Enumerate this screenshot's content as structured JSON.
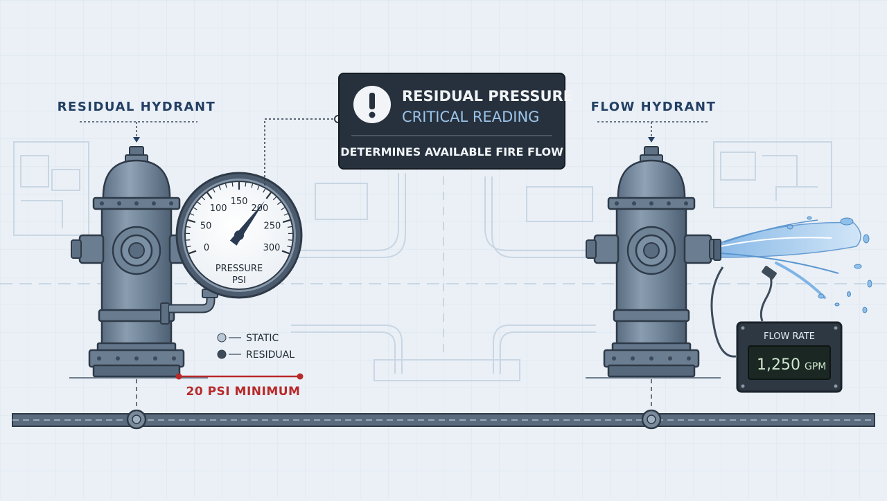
{
  "labels": {
    "residual_hydrant": "RESIDUAL HYDRANT",
    "flow_hydrant": "FLOW HYDRANT",
    "min_pressure": "20 PSI MINIMUM"
  },
  "alert": {
    "icon": "exclamation-icon",
    "title": "RESIDUAL PRESSURE",
    "subtitle": "CRITICAL READING",
    "note": "DETERMINES AVAILABLE FIRE FLOW"
  },
  "gauge": {
    "ticks": [
      "0",
      "50",
      "100",
      "150",
      "200",
      "250",
      "300"
    ],
    "label_line1": "PRESSURE",
    "label_line2": "PSI",
    "needle_value": 200,
    "max": 300
  },
  "legend": [
    {
      "name": "STATIC",
      "color": "#b9c6d4"
    },
    {
      "name": "RESIDUAL",
      "color": "#3f4b58"
    }
  ],
  "flow_meter": {
    "title": "FLOW RATE",
    "value": "1,250",
    "unit": "GPM"
  },
  "colors": {
    "hydrant": "#6e8296",
    "accent_red": "#b8292a",
    "panel_dark": "#26313d",
    "subtitle_blue": "#9cc3e8",
    "readout_green": "#cfe7cf",
    "navy_text": "#233f63"
  }
}
